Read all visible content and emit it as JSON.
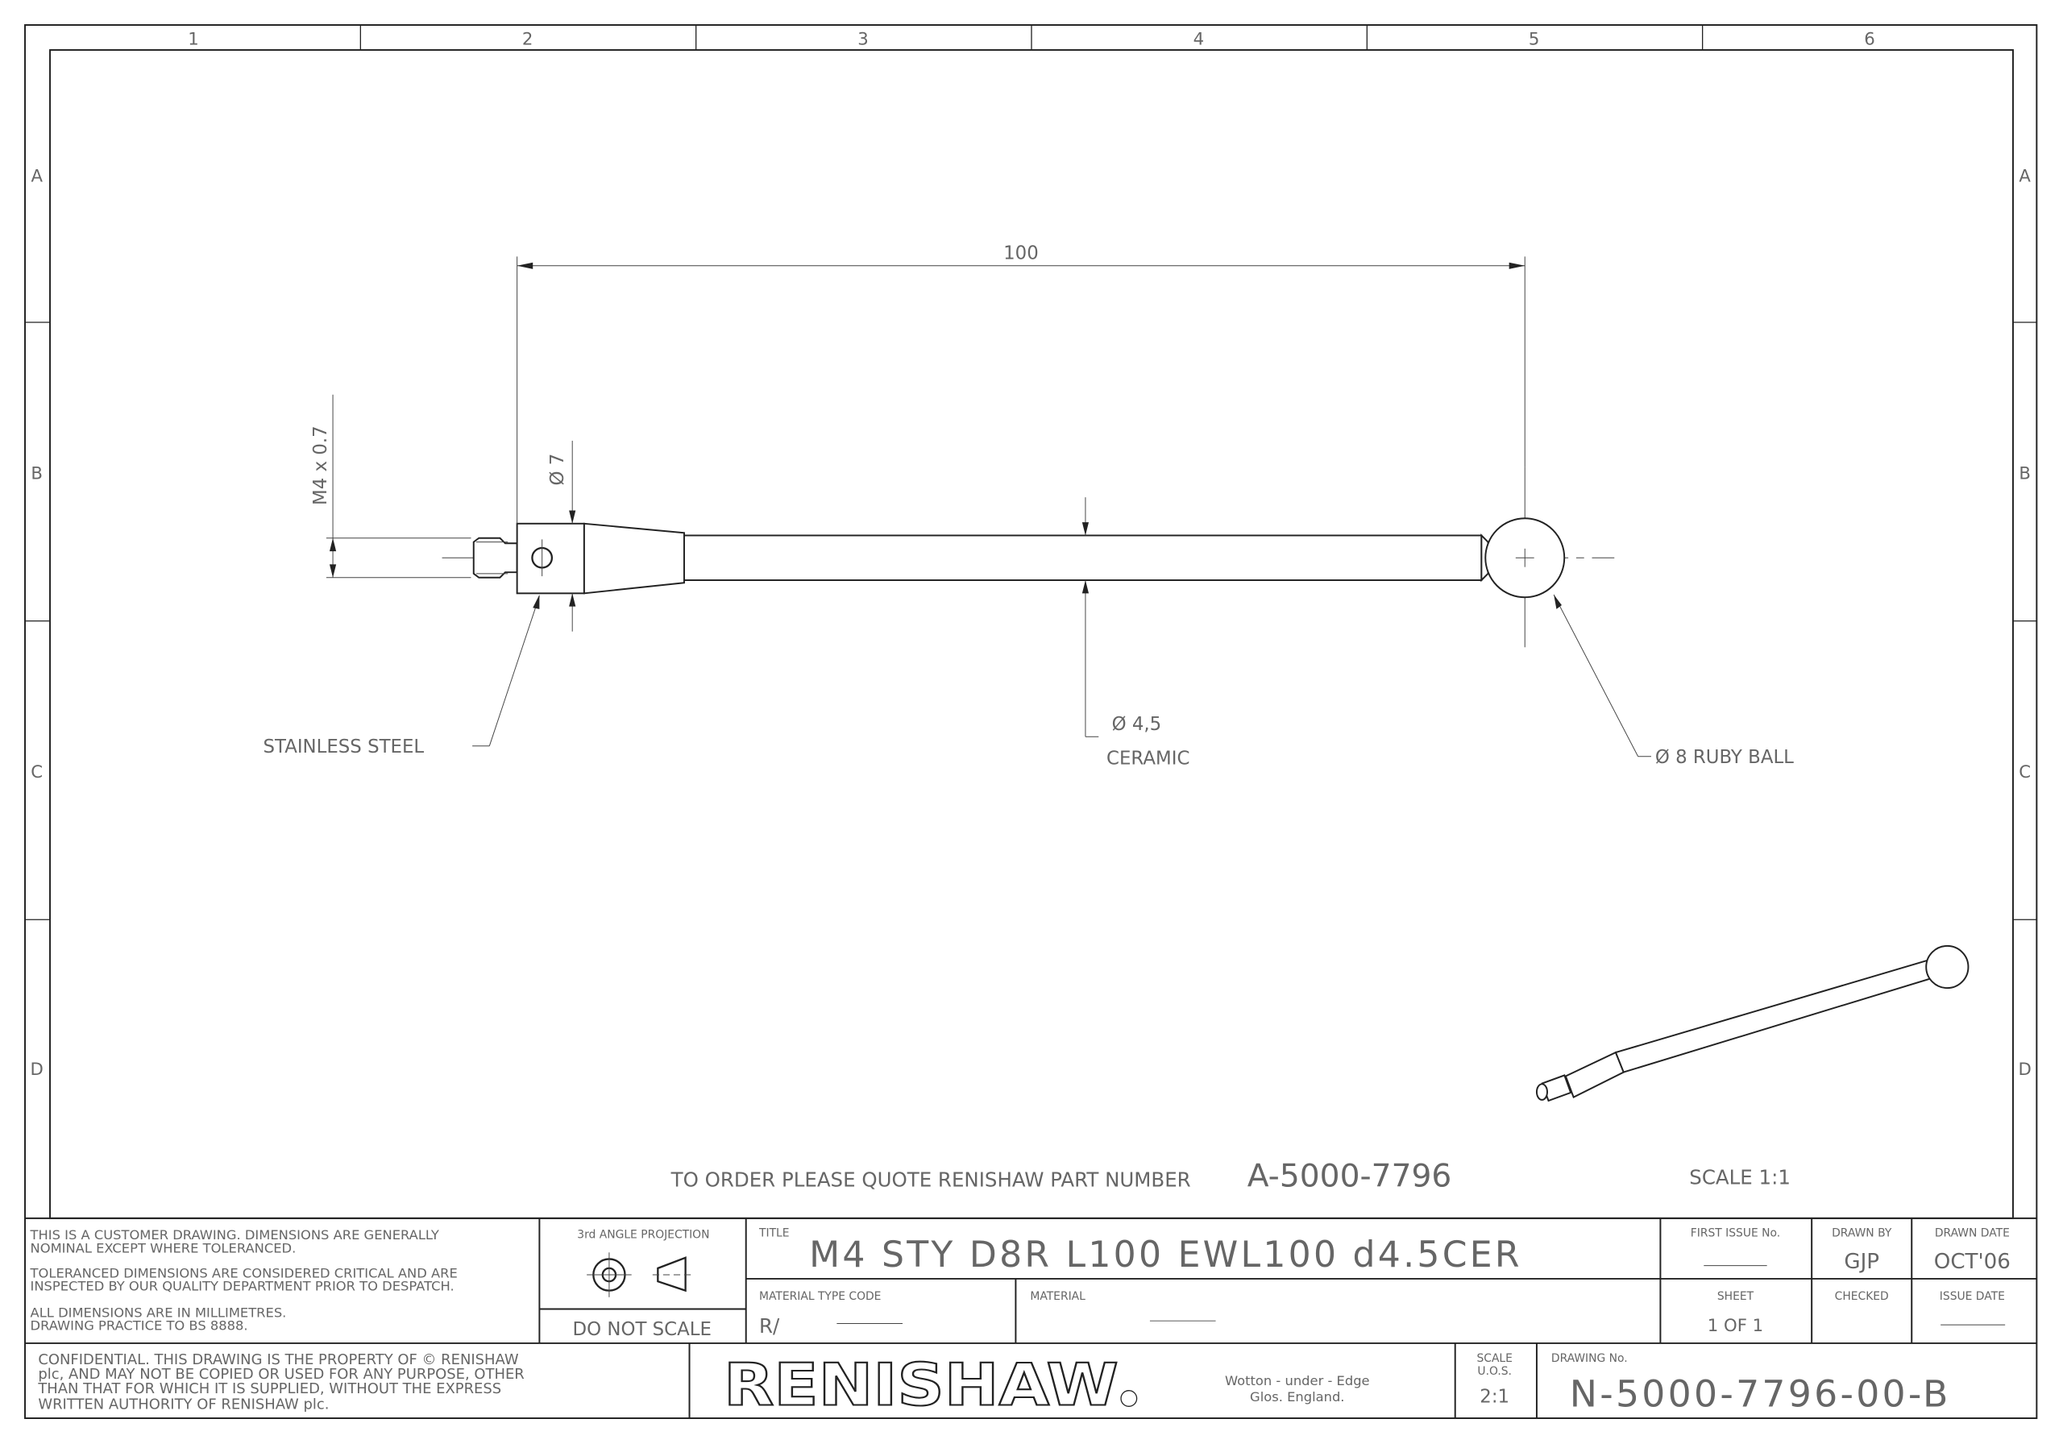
{
  "grid": {
    "columns": [
      "1",
      "2",
      "3",
      "4",
      "5",
      "6"
    ],
    "rows": [
      "A",
      "B",
      "C",
      "D"
    ]
  },
  "drawing": {
    "overall_length": "100",
    "thread_dim": "M4 x 0.7",
    "body_dia": "Ø 7",
    "stem_dia": "Ø 4,5",
    "stem_material": "CERAMIC",
    "body_material": "STAINLESS STEEL",
    "ball": "Ø 8 RUBY BALL",
    "order_text": "TO ORDER PLEASE QUOTE RENISHAW PART NUMBER",
    "part_number": "A-5000-7796",
    "scale_note": "SCALE 1:1"
  },
  "title_block": {
    "notes": [
      "THIS IS A CUSTOMER DRAWING. DIMENSIONS ARE GENERALLY",
      "NOMINAL EXCEPT WHERE TOLERANCED.",
      "TOLERANCED DIMENSIONS ARE CONSIDERED CRITICAL AND ARE",
      "INSPECTED BY OUR QUALITY DEPARTMENT PRIOR TO DESPATCH.",
      "ALL DIMENSIONS ARE IN MILLIMETRES.",
      "DRAWING PRACTICE TO BS 8888."
    ],
    "projection_label": "3rd ANGLE PROJECTION",
    "do_not_scale": "DO NOT SCALE",
    "title_label": "TITLE",
    "title": "M4 STY D8R L100 EWL100 d4.5CER",
    "material_type_code_label": "MATERIAL TYPE CODE",
    "material_type_code": "R/",
    "material_label": "MATERIAL",
    "first_issue_label": "FIRST ISSUE No.",
    "drawn_by_label": "DRAWN BY",
    "drawn_by": "GJP",
    "drawn_date_label": "DRAWN DATE",
    "drawn_date": "OCT'06",
    "sheet_label": "SHEET",
    "sheet": "1 OF 1",
    "checked_label": "CHECKED",
    "issue_date_label": "ISSUE DATE",
    "confidential": [
      "CONFIDENTIAL. THIS DRAWING IS THE PROPERTY OF © RENISHAW",
      "plc, AND MAY NOT BE COPIED OR USED FOR ANY PURPOSE, OTHER",
      "THAN THAT FOR WHICH IT IS SUPPLIED, WITHOUT THE EXPRESS",
      "WRITTEN AUTHORITY OF RENISHAW plc."
    ],
    "logo": "RENISHAW",
    "address": [
      "Wotton - under - Edge",
      "Glos. England."
    ],
    "scale_label": [
      "SCALE",
      "U.O.S."
    ],
    "scale": "2:1",
    "drawing_no_label": "DRAWING No.",
    "drawing_no": "N-5000-7796-00-B"
  }
}
